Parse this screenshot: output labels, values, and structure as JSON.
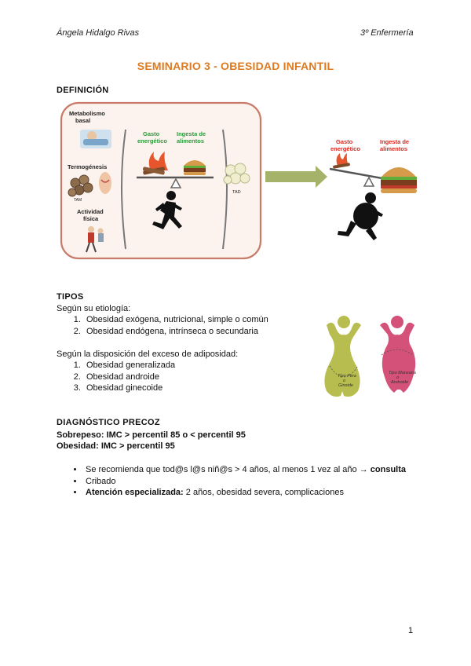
{
  "header": {
    "author": "Ángela Hidalgo Rivas",
    "course": "3º Enfermería"
  },
  "title": "SEMINARIO 3 - OBESIDAD INFANTIL",
  "definicion": {
    "heading": "DEFINICIÓN",
    "figure": {
      "metabolismo": [
        "Metabolismo",
        "basal"
      ],
      "termogenesis": "Termogénesis",
      "tam": "TAM",
      "actividad": [
        "Actividad",
        "física"
      ],
      "gasto": [
        "Gasto",
        "energético"
      ],
      "ingesta": [
        "Ingesta de",
        "alimentos"
      ],
      "tad": "TAD"
    }
  },
  "tipos": {
    "heading": "TIPOS",
    "etiologia_intro": "Según su etiología:",
    "etiologia": [
      "Obesidad exógena, nutricional, simple o común",
      "Obesidad endógena, intrínseca o secundaria"
    ],
    "disposicion_intro": "Según la disposición del exceso de adiposidad:",
    "disposicion": [
      "Obesidad generalizada",
      "Obesidad androide",
      "Obesidad ginecoide"
    ],
    "figure_labels": [
      [
        "Tipo Pera",
        "o",
        "Ginoide"
      ],
      [
        "Tipo Manzana",
        "o",
        "Androide"
      ]
    ]
  },
  "diagnostico": {
    "heading": "DIAGNÓSTICO PRECOZ",
    "sobrepeso": "Sobrepeso: IMC > percentil 85 o < percentil 95",
    "obesidad": "Obesidad: IMC > percentil 95",
    "bullet1_text": "Se recomienda que tod@s l@s niñ@s > 4 años, al menos 1 vez al año → ",
    "bullet1_bold": "consulta",
    "bullet2": "Cribado",
    "bullet3_bold": "Atención especializada:",
    "bullet3_text": " 2 años, obesidad severa, complicaciones"
  },
  "page_number": "1",
  "colors": {
    "title": "#e07a1f",
    "red_label": "#d9261c",
    "green_label": "#2a9a3a",
    "pear": "#b7bd4e",
    "apple": "#d4517a",
    "arrow": "#a5b36a"
  }
}
